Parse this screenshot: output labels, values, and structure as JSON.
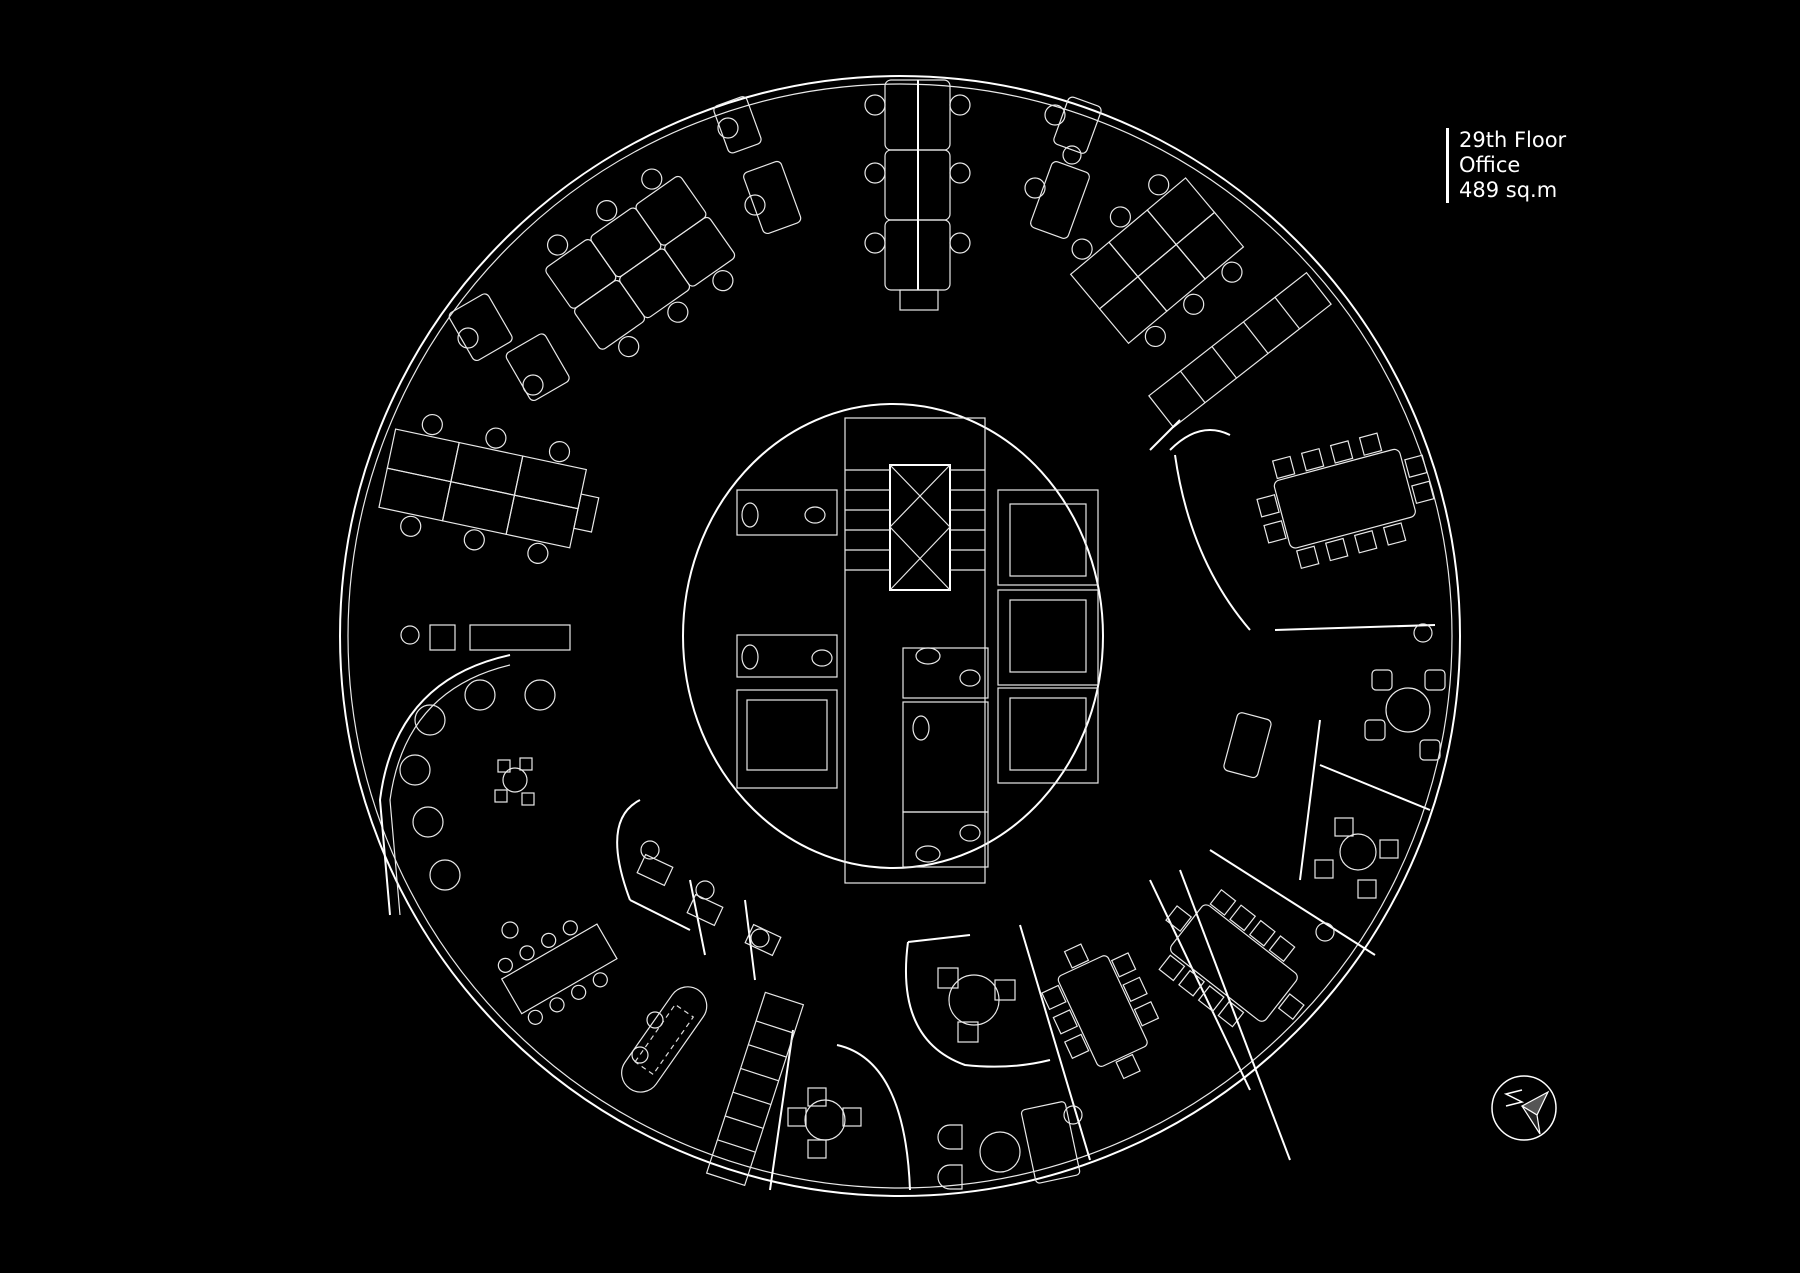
{
  "title_block": {
    "floor": "29th Floor",
    "use": "Office",
    "area": "489 sq.m"
  },
  "compass": {
    "letter": "N",
    "icon": "north-arrow-icon"
  },
  "plan": {
    "shape": "circular tower floor plate",
    "core": [
      "stair",
      "lift shaft",
      "passenger lifts x3",
      "service lift",
      "restrooms x5",
      "accessible restroom"
    ],
    "zones": [
      "open workstations (north)",
      "open workstations (northwest)",
      "meeting room 12-seat (east)",
      "pantry / lounge (west)",
      "round table area (east)",
      "4-seat meeting room (southeast)",
      "10-seat meeting room (southeast)",
      "8-seat meeting room (south)",
      "3-seat meeting room (south)",
      "4-seat round meeting (south)",
      "phone booths (south)",
      "private offices (southwest)",
      "training area (southwest)",
      "storage lockers (south)"
    ],
    "colors": {
      "background": "#000000",
      "line": "#ffffff"
    }
  }
}
